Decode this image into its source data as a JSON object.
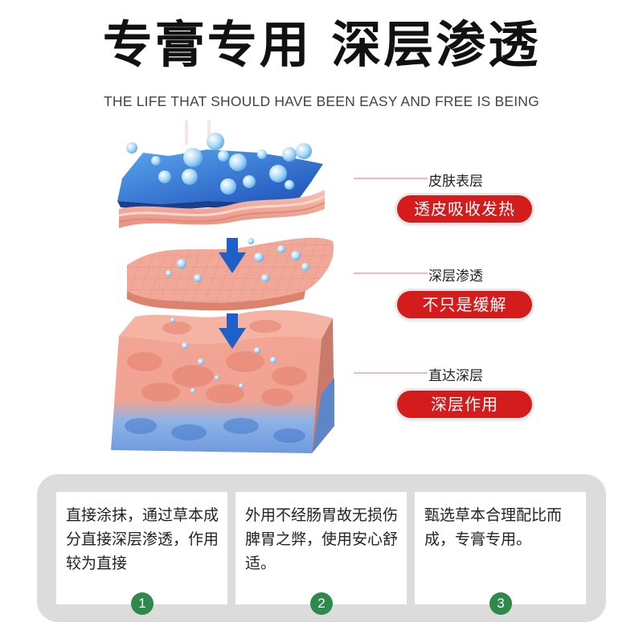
{
  "header": {
    "title": "专膏专用 深层渗透",
    "subtitle": "THE LIFE THAT SHOULD HAVE BEEN EASY AND FREE IS BEING"
  },
  "layers": [
    {
      "label": "皮肤表层",
      "tag": "透皮吸收发热"
    },
    {
      "label": "深层渗透",
      "tag": "不只是缓解"
    },
    {
      "label": "直达深层",
      "tag": "深层作用"
    }
  ],
  "features": [
    {
      "text": "直接涂抹，通过草本成分直接深层渗透，作用较为直接",
      "number": "1"
    },
    {
      "text": "外用不经肠胃故无损伤脾胃之弊，使用安心舒适。",
      "number": "2"
    },
    {
      "text": "甄选草本合理配比而成，专膏专用。",
      "number": "3"
    }
  ],
  "colors": {
    "accent_red": "#d41c1c",
    "badge_green": "#2e8a4a",
    "panel_gray": "#dcdcdc",
    "skin_pink": "#f2a898",
    "epidermis_blue": "#2f6fd0",
    "arrow_blue": "#1f5fc8"
  },
  "icons": [
    "down-arrow-icon",
    "down-arrow-icon"
  ]
}
